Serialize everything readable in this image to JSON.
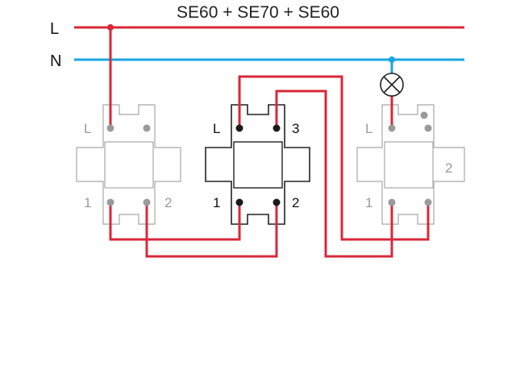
{
  "title": "SE60 + SE70 + SE60",
  "rails": {
    "live": {
      "label": "L",
      "color": "#d8283a"
    },
    "neutral": {
      "label": "N",
      "color": "#19a6df"
    }
  },
  "switches": [
    {
      "model": "SE60",
      "terminals": {
        "L": "L",
        "t1": "1",
        "t2": "2"
      }
    },
    {
      "model": "SE70",
      "terminals": {
        "L": "L",
        "t3": "3",
        "t1": "1",
        "t2": "2"
      }
    },
    {
      "model": "SE60",
      "terminals": {
        "L": "L",
        "t1": "1",
        "t2": "2"
      }
    }
  ],
  "lamp": {
    "icon": "lamp-icon"
  },
  "colors": {
    "wire": "#d8283a",
    "neutral": "#19a6df",
    "grey": "#a8a8a8",
    "dark": "#222222"
  }
}
